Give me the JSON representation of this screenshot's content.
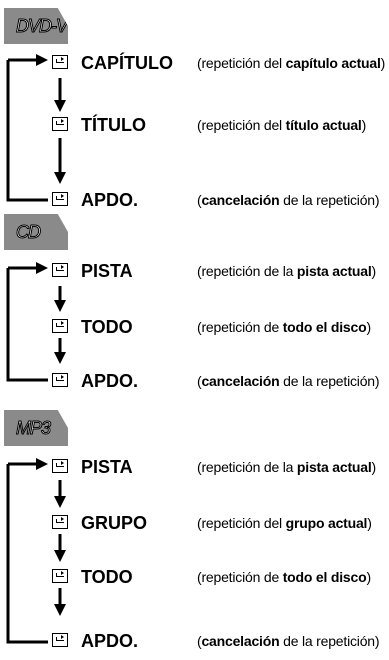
{
  "sections": [
    {
      "badge": "DVD-V",
      "rows": [
        {
          "mode": "CAPÍTULO",
          "desc_pre": "(repetición del ",
          "desc_bold": "capítulo actual",
          "desc_post": ")"
        },
        {
          "mode": "TÍTULO",
          "desc_pre": "(repetición del ",
          "desc_bold": "título actual",
          "desc_post": ")"
        },
        {
          "mode": "APDO.",
          "desc_pre": "(",
          "desc_bold": "cancelación",
          "desc_post": " de la repetición)"
        }
      ]
    },
    {
      "badge": "CD",
      "rows": [
        {
          "mode": "PISTA",
          "desc_pre": "(repetición de la ",
          "desc_bold": "pista actual",
          "desc_post": ")"
        },
        {
          "mode": "TODO",
          "desc_pre": "(repetición de ",
          "desc_bold": "todo el disco",
          "desc_post": ")"
        },
        {
          "mode": "APDO.",
          "desc_pre": "(",
          "desc_bold": "cancelación",
          "desc_post": " de la repetición)"
        }
      ]
    },
    {
      "badge": "MP3",
      "rows": [
        {
          "mode": "PISTA",
          "desc_pre": "(repetición de la ",
          "desc_bold": "pista actual",
          "desc_post": ")"
        },
        {
          "mode": "GRUPO",
          "desc_pre": "(repetición del ",
          "desc_bold": "grupo actual",
          "desc_post": ")"
        },
        {
          "mode": "TODO",
          "desc_pre": "(repetición de ",
          "desc_bold": "todo el disco",
          "desc_post": ")"
        },
        {
          "mode": "APDO.",
          "desc_pre": "(",
          "desc_bold": "cancelación",
          "desc_post": " de la repetición)"
        }
      ]
    }
  ]
}
